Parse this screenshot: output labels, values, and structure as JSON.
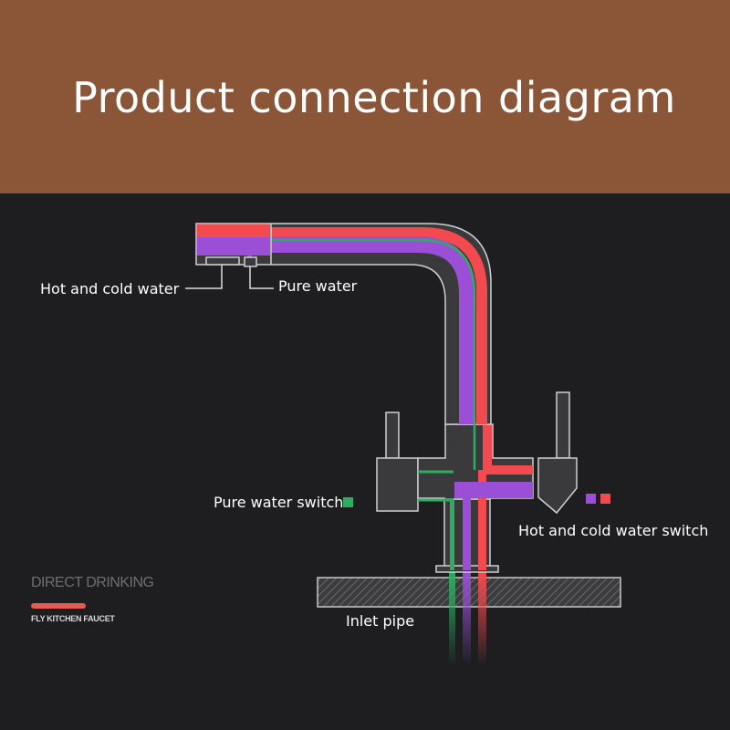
{
  "header": {
    "title": "Product connection diagram"
  },
  "labels": {
    "hot_cold_water": "Hot and cold water",
    "pure_water": "Pure water",
    "pure_water_switch": "Pure water switch",
    "hot_cold_water_switch": "Hot and cold water switch",
    "inlet_pipe": "Inlet pipe"
  },
  "brand": {
    "title": "DIRECT DRINKING",
    "subtitle": "FLY KITCHEN  FAUCET",
    "tagline": "· · · · · · · · · · · · · · · · · · ·"
  },
  "colors": {
    "header_bg": "#8b5538",
    "background": "#1e1e21",
    "hot_water": "#f24a4f",
    "cold_water": "#9a4fd6",
    "pure_water": "#2ead62",
    "faucet_body": "#3a3a3c",
    "outline": "#cfcfcf"
  }
}
